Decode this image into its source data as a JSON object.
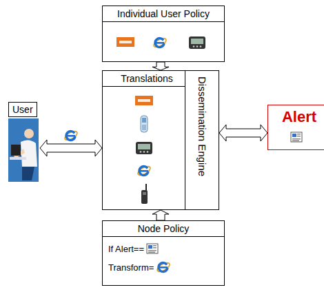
{
  "diagram": {
    "nodes": [
      {
        "text": [
          "Individual User Policy"
        ]
      },
      {
        "text": [
          "User"
        ]
      },
      {
        "text": [
          "Translations"
        ]
      },
      {
        "text": [
          "Dissemination Engine"
        ]
      },
      {
        "text": [
          "Alert"
        ]
      },
      {
        "text": [
          "Node Policy",
          "If Alert==",
          "Transform="
        ]
      }
    ],
    "edges": [
      {
        "from": 0,
        "to": 2,
        "arrow": "to"
      },
      {
        "from": 1,
        "to": 2,
        "arrow": "both"
      },
      {
        "from": 3,
        "to": 4,
        "arrow": "both"
      },
      {
        "from": 5,
        "to": 2,
        "arrow": "to"
      }
    ]
  }
}
